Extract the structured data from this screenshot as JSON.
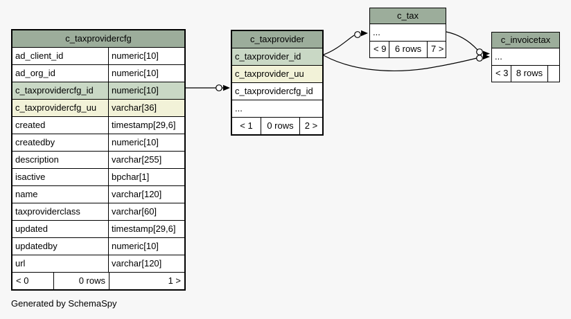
{
  "page": {
    "generated_by": "Generated by SchemaSpy"
  },
  "colors": {
    "page_bg": "#f7f7f7",
    "header": "#9cad9b",
    "primary_key": "#c9d8c5",
    "unique": "#f2f2d8",
    "line": "#000000"
  },
  "tables": [
    {
      "name": "c_taxprovidercfg",
      "columns": [
        {
          "name": "ad_client_id",
          "type": "numeric[10]",
          "highlight": ""
        },
        {
          "name": "ad_org_id",
          "type": "numeric[10]",
          "highlight": ""
        },
        {
          "name": "c_taxprovidercfg_id",
          "type": "numeric[10]",
          "highlight": "pk"
        },
        {
          "name": "c_taxprovidercfg_uu",
          "type": "varchar[36]",
          "highlight": "uu"
        },
        {
          "name": "created",
          "type": "timestamp[29,6]",
          "highlight": ""
        },
        {
          "name": "createdby",
          "type": "numeric[10]",
          "highlight": ""
        },
        {
          "name": "description",
          "type": "varchar[255]",
          "highlight": ""
        },
        {
          "name": "isactive",
          "type": "bpchar[1]",
          "highlight": ""
        },
        {
          "name": "name",
          "type": "varchar[120]",
          "highlight": ""
        },
        {
          "name": "taxproviderclass",
          "type": "varchar[60]",
          "highlight": ""
        },
        {
          "name": "updated",
          "type": "timestamp[29,6]",
          "highlight": ""
        },
        {
          "name": "updatedby",
          "type": "numeric[10]",
          "highlight": ""
        },
        {
          "name": "url",
          "type": "varchar[120]",
          "highlight": ""
        }
      ],
      "footer": {
        "prev": "< 0",
        "rows": "0 rows",
        "next": "1 >"
      }
    },
    {
      "name": "c_taxprovider",
      "columns": [
        {
          "name": "c_taxprovider_id",
          "highlight": "pk"
        },
        {
          "name": "c_taxprovider_uu",
          "highlight": "uu"
        },
        {
          "name": "c_taxprovidercfg_id",
          "highlight": ""
        },
        {
          "name": "...",
          "highlight": ""
        }
      ],
      "footer": {
        "prev": "< 1",
        "rows": "0 rows",
        "next": "2 >"
      }
    },
    {
      "name": "c_tax",
      "columns": [
        {
          "name": "...",
          "highlight": ""
        }
      ],
      "footer": {
        "prev": "< 9",
        "rows": "6 rows",
        "next": "7 >"
      }
    },
    {
      "name": "c_invoicetax",
      "columns": [
        {
          "name": "...",
          "highlight": ""
        }
      ],
      "footer": {
        "prev": "< 3",
        "rows": "8 rows",
        "next": ""
      }
    }
  ]
}
